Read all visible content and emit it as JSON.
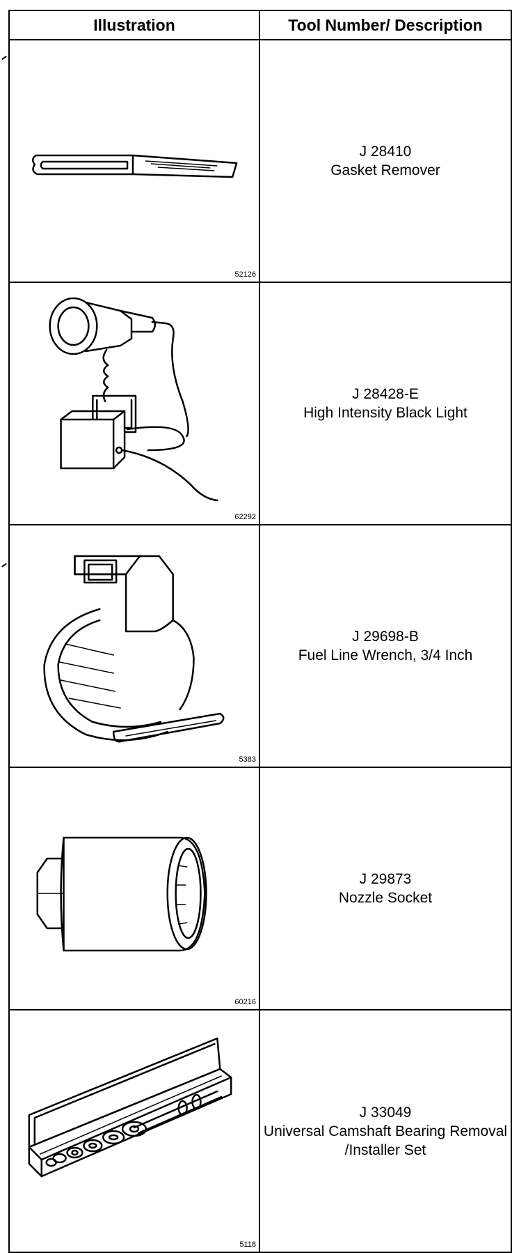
{
  "table": {
    "headers": {
      "illustration": "Illustration",
      "description": "Tool Number/ Description"
    },
    "rows": [
      {
        "figure_number": "52126",
        "tool_number": "J 28410",
        "description": "Gasket Remover",
        "icon": "gasket-remover-icon"
      },
      {
        "figure_number": "62292",
        "tool_number": "J 28428-E",
        "description": "High Intensity Black Light",
        "icon": "black-light-icon"
      },
      {
        "figure_number": "5383",
        "tool_number": "J 29698-B",
        "description": "Fuel Line Wrench, 3/4 Inch",
        "icon": "fuel-line-wrench-icon"
      },
      {
        "figure_number": "60216",
        "tool_number": "J 29873",
        "description": "Nozzle Socket",
        "icon": "nozzle-socket-icon"
      },
      {
        "figure_number": "5118",
        "tool_number": "J 33049",
        "description": "Universal Camshaft Bearing Removal /Installer Set",
        "icon": "camshaft-bearing-set-icon"
      }
    ]
  }
}
